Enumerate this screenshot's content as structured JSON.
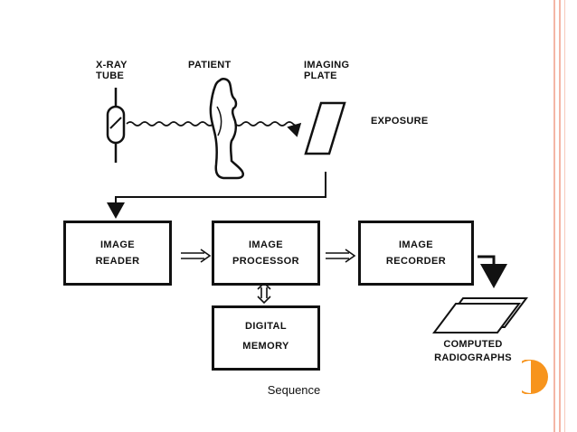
{
  "labels": {
    "xray_tube_line1": "X-RAY",
    "xray_tube_line2": "TUBE",
    "patient": "PATIENT",
    "imaging_plate_line1": "IMAGING",
    "imaging_plate_line2": "PLATE",
    "exposure": "EXPOSURE",
    "computed_line1": "COMPUTED",
    "computed_line2": "RADIOGRAPHS"
  },
  "boxes": {
    "reader": [
      "IMAGE",
      "READER"
    ],
    "processor": [
      "IMAGE",
      "PROCESSOR"
    ],
    "recorder": [
      "IMAGE",
      "RECORDER"
    ],
    "memory": [
      "DIGITAL",
      "MEMORY"
    ]
  },
  "caption": "Sequence",
  "colors": {
    "accent": "#f7941d",
    "border_pink": "#f4b6a6",
    "ink": "#111111"
  }
}
